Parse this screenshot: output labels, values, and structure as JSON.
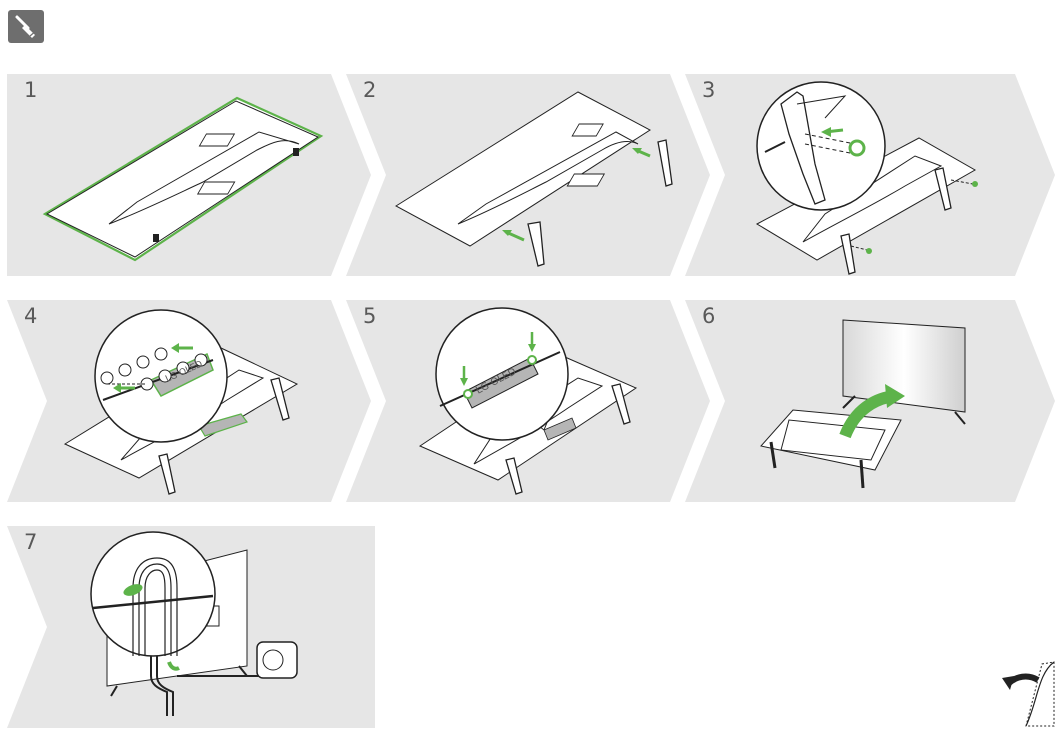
{
  "header": {
    "icon": "assembly-tool-icon"
  },
  "colors": {
    "panel": "#e6e6e6",
    "accent": "#5db34a",
    "line": "#222222"
  },
  "steps": [
    {
      "number": "1",
      "illustration": "tv-face-down-on-cloth"
    },
    {
      "number": "2",
      "illustration": "attach-stand-legs"
    },
    {
      "number": "3",
      "illustration": "screw-in-legs"
    },
    {
      "number": "4",
      "illustration": "attach-cover-screws"
    },
    {
      "number": "5",
      "illustration": "attach-lg-oled-cover"
    },
    {
      "number": "6",
      "illustration": "lift-tv-upright"
    },
    {
      "number": "7",
      "illustration": "cable-management-and-plug"
    }
  ],
  "cover_text": "LG OLED",
  "footer": {
    "icon": "page-turn-icon"
  }
}
